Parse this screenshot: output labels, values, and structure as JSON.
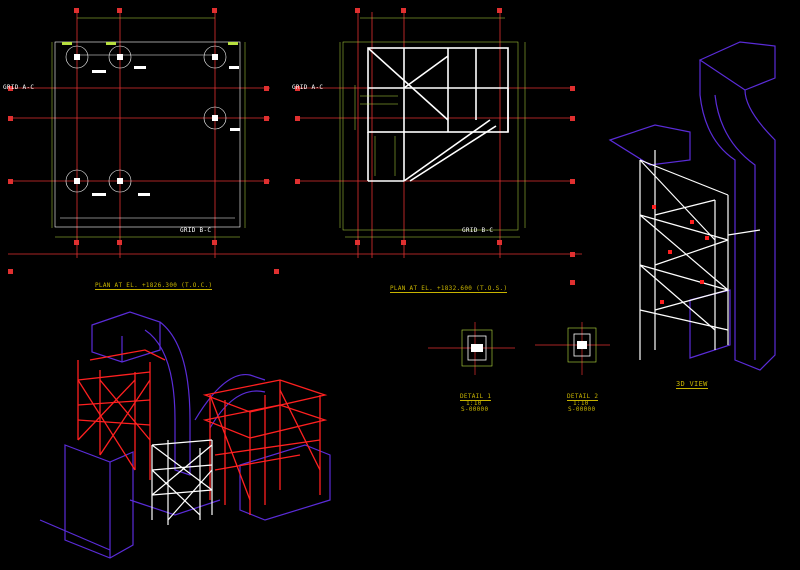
{
  "drawing": {
    "colors": {
      "background": "#000000",
      "grid": "#e03030",
      "steel_white": "#ffffff",
      "steel_red": "#ff2020",
      "duct_blue": "#5a2cd8",
      "dimension_green": "#b8e040",
      "title_gold": "#c8b400"
    }
  },
  "views": {
    "plan_left": {
      "title": "PLAN AT EL. +1826.300 (T.O.C.)"
    },
    "plan_right": {
      "title": "PLAN AT EL. +1832.600 (T.O.S.)"
    },
    "detail_1": {
      "title": "DETAIL 1",
      "scale": "1:10",
      "ref": "S-00000"
    },
    "detail_2": {
      "title": "DETAIL 2",
      "scale": "1:10",
      "ref": "S-00000"
    },
    "view_3d": {
      "title": "3D VIEW"
    }
  },
  "grid_tags": {
    "left_a": "GRID A-C",
    "left_b": "GRID B-C",
    "right_a": "GRID A-C",
    "right_b": "GRID B-C"
  }
}
